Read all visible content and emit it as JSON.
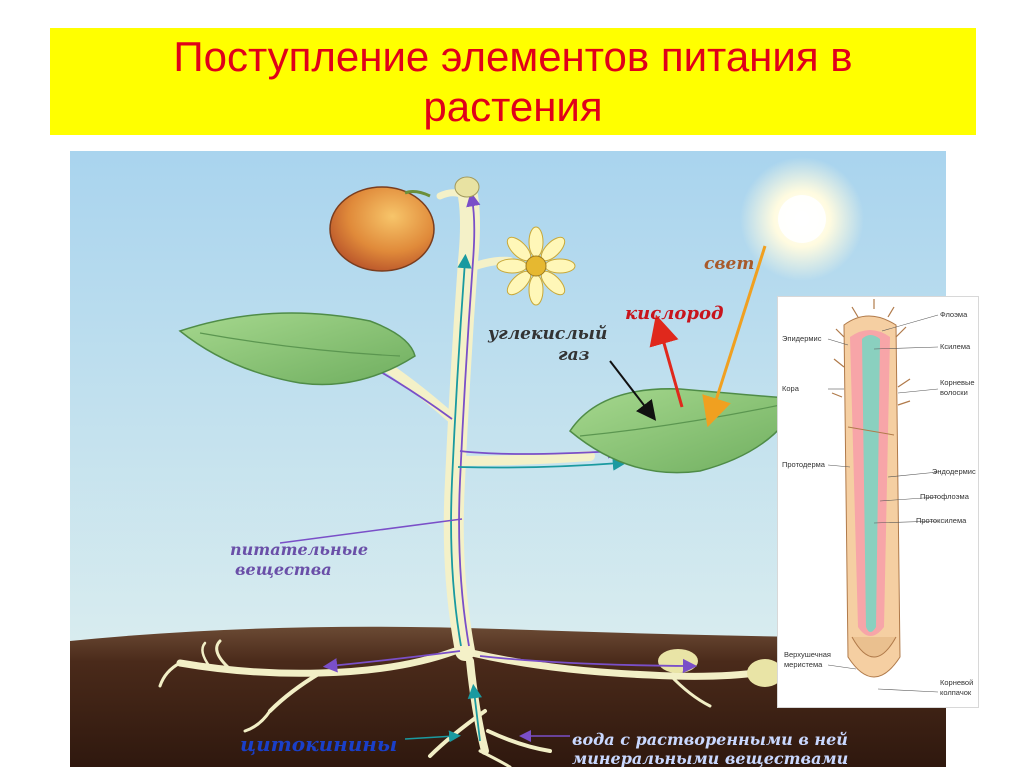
{
  "title": "Поступление элементов питания в растения",
  "scene": {
    "light": "свет",
    "oxygen": "кислород",
    "co2_line1": "углекислый",
    "co2_line2": "газ",
    "nutrients_line1": "питательные",
    "nutrients_line2": "вещества",
    "cytokinins": "цитокинины",
    "water_line1": "вода с растворенными в ней",
    "water_line2": "минеральными веществами"
  },
  "inset": {
    "floema": "Флоэма",
    "ksilema": "Ксилема",
    "epidermis": "Эпидермис",
    "kora": "Кора",
    "root_hairs_1": "Корневые",
    "root_hairs_2": "волоски",
    "protoderma": "Протодерма",
    "endodermis": "Эндодермис",
    "protofloema": "Протофлоэма",
    "protoksilema": "Протоксилема",
    "meristem_1": "Верхушечная",
    "meristem_2": "меристема",
    "cap_1": "Корневой",
    "cap_2": "колпачок"
  },
  "colors": {
    "title_bg": "#ffff00",
    "title_text": "#e0001a",
    "sky": "#b9dcf0",
    "soil": "#4a2a1a",
    "leaf": "#8fc77a",
    "stem": "#f4f1c8"
  }
}
